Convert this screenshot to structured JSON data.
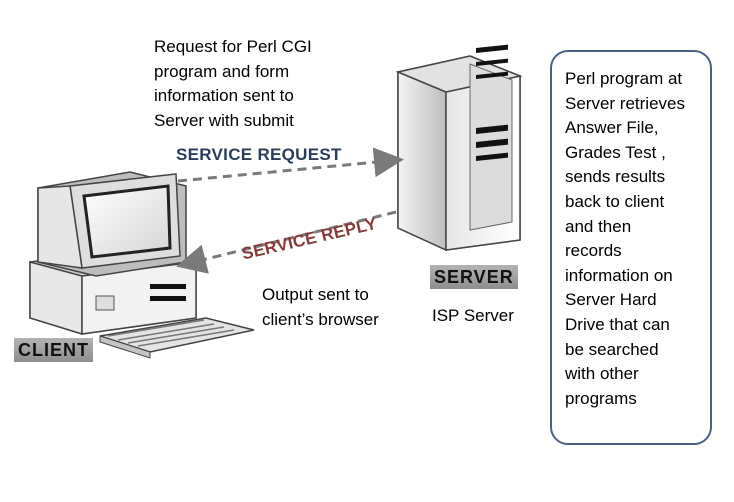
{
  "request_note": "Request for Perl CGI\nprogram and form\ninformation  sent to\nServer with submit",
  "service_request_label": "SERVICE REQUEST",
  "service_reply_label": "SERVICE REPLY",
  "output_note": "Output sent to\nclient’s browser",
  "server_tag": "SERVER",
  "client_tag": "CLIENT",
  "isp_label": "ISP Server",
  "info_box_text": "Perl program  at\nServer retrieves\nAnswer File,\nGrades Test ,\nsends results\nback to client\nand then\nrecords\ninformation on\nServer Hard\nDrive that can\nbe searched\nwith other\nprograms",
  "colors": {
    "box_border": "#4b5f86",
    "request_label": "#2a3d5c",
    "reply_label": "#8a3a3a",
    "arrow": "#7a7a7a"
  }
}
